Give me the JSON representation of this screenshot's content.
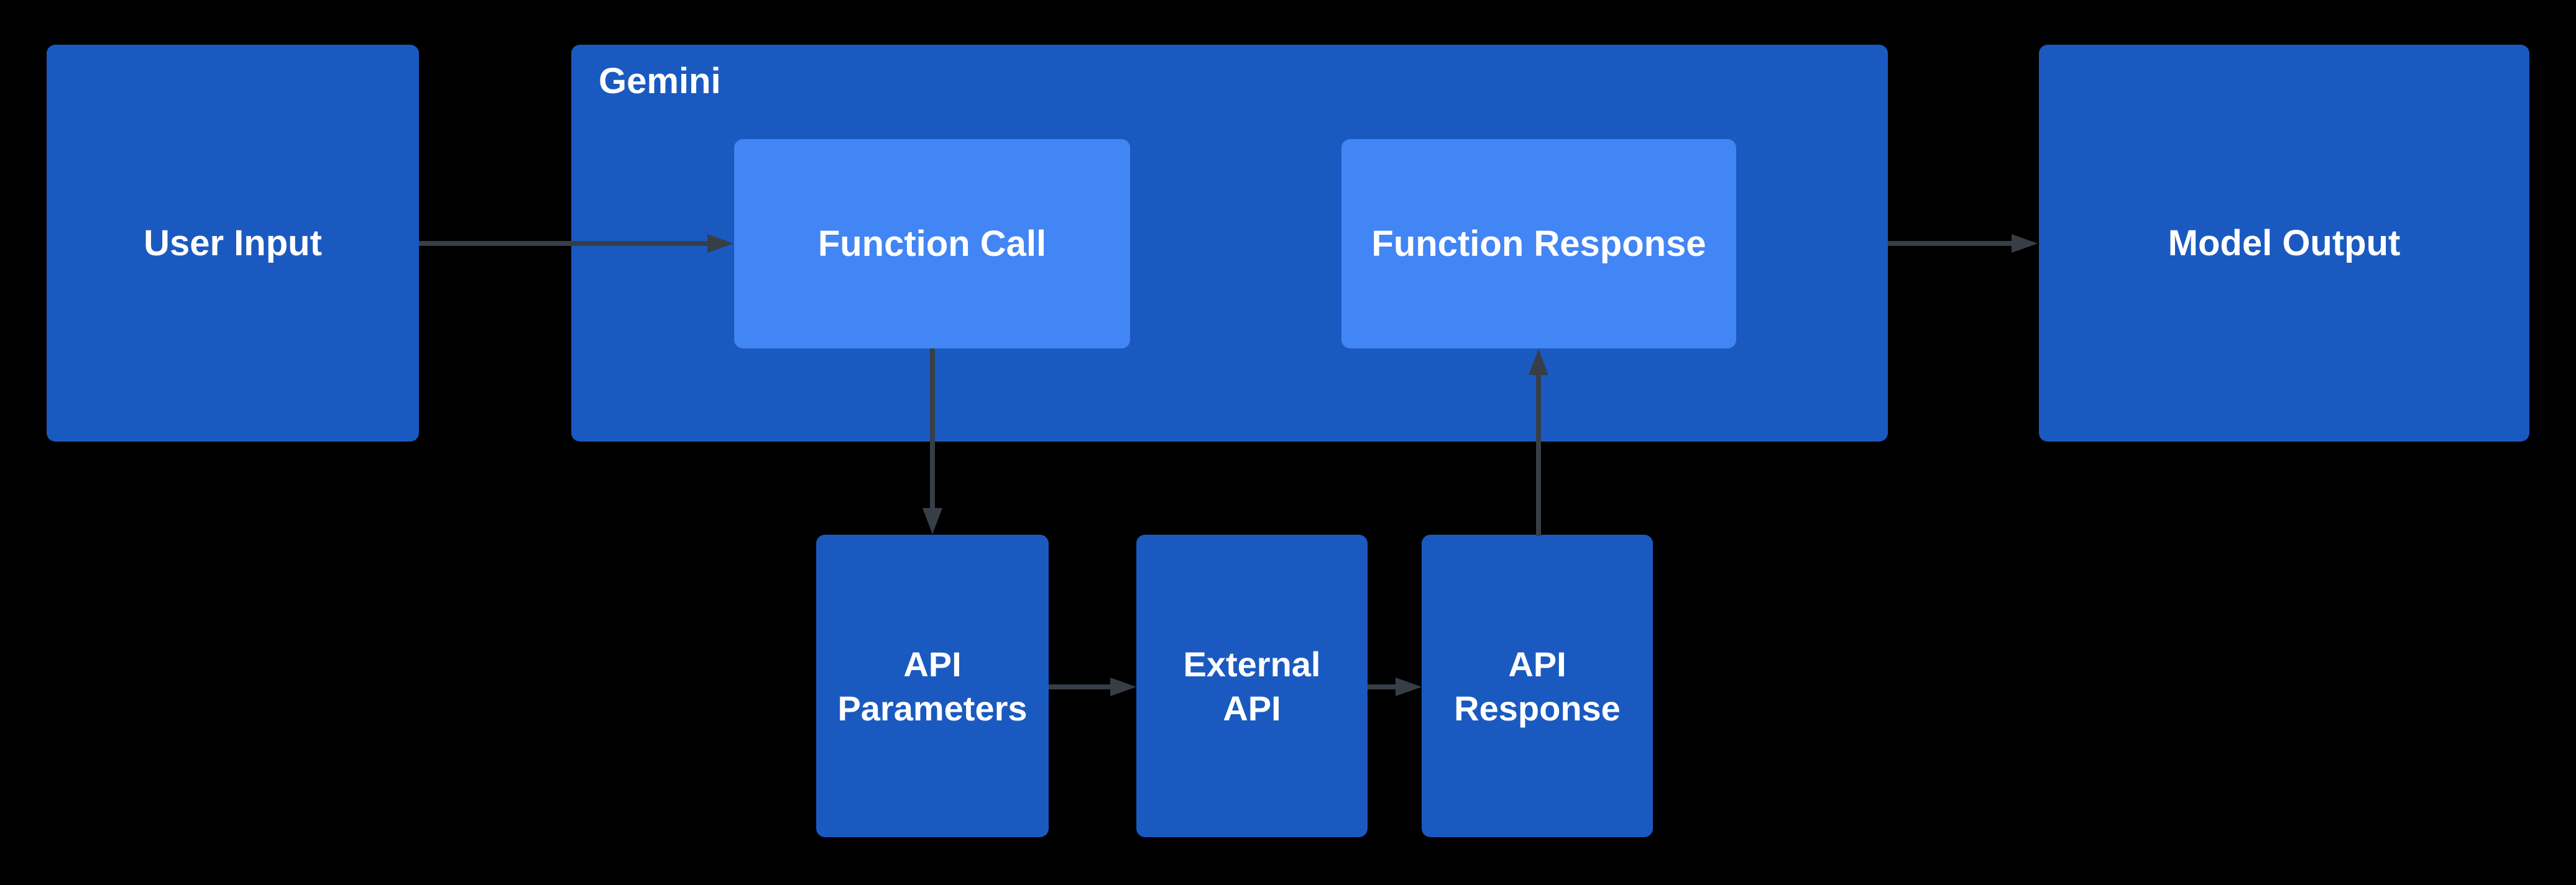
{
  "colors": {
    "background": "#000000",
    "box_fill": "#1a5ac0",
    "inner_box_fill": "#4285f4",
    "arrow": "#373e47",
    "text": "#ffffff"
  },
  "diagram": {
    "container": {
      "label": "Gemini"
    },
    "nodes": {
      "user_input": {
        "label": "User Input"
      },
      "function_call": {
        "label": "Function Call"
      },
      "function_response": {
        "label": "Function Response"
      },
      "model_output": {
        "label": "Model Output"
      },
      "api_parameters": {
        "lines": [
          "API",
          "Parameters"
        ]
      },
      "external_api": {
        "lines": [
          "External",
          "API"
        ]
      },
      "api_response": {
        "lines": [
          "API",
          "Response"
        ]
      }
    },
    "edges": [
      {
        "from": "User Input",
        "to": "Function Call",
        "direction": "right"
      },
      {
        "from": "Function Call",
        "to": "API Parameters",
        "direction": "down"
      },
      {
        "from": "API Parameters",
        "to": "External API",
        "direction": "right"
      },
      {
        "from": "External API",
        "to": "API Response",
        "direction": "right"
      },
      {
        "from": "API Response",
        "to": "Function Response",
        "direction": "up"
      },
      {
        "from": "Gemini",
        "to": "Model Output",
        "direction": "right"
      }
    ]
  }
}
